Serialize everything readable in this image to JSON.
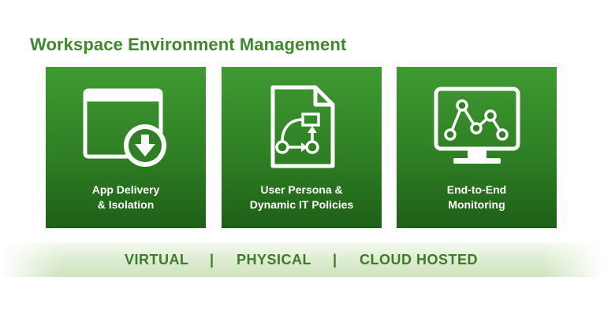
{
  "title": "Workspace Environment Management",
  "cards": [
    {
      "icon": "app-window-download-icon",
      "line1": "App Delivery",
      "line2": "& Isolation"
    },
    {
      "icon": "document-flowchart-icon",
      "line1": "User Persona &",
      "line2": "Dynamic IT Policies"
    },
    {
      "icon": "monitor-graph-icon",
      "line1": "End-to-End",
      "line2": "Monitoring"
    }
  ],
  "band": {
    "items": [
      "VIRTUAL",
      "PHYSICAL",
      "CLOUD HOSTED"
    ],
    "separator": "|"
  },
  "colors": {
    "title": "#3e8a2a",
    "card_top": "#3f9a31",
    "card_bottom": "#1e5f17",
    "band_text": "#3f7a2c"
  }
}
